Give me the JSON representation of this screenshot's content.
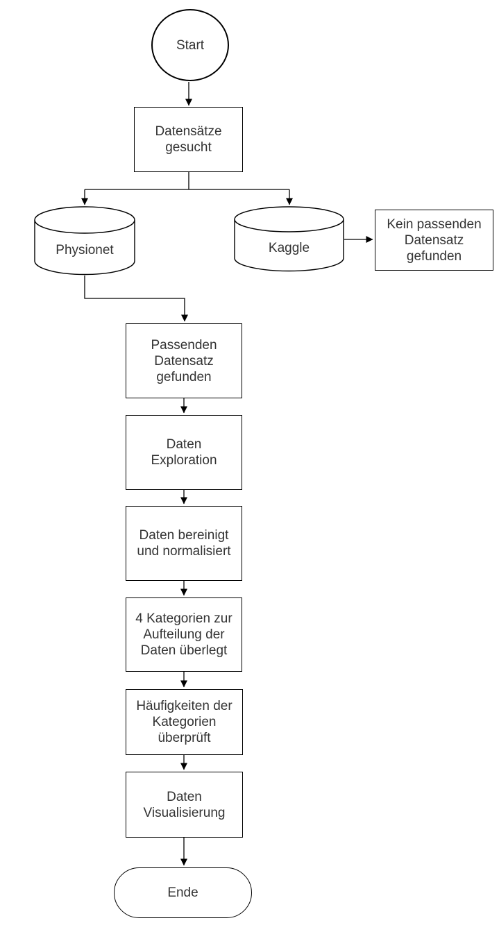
{
  "diagram": {
    "type": "flowchart",
    "language": "de",
    "colors": {
      "background": "#ffffff",
      "node-fill": "#ffffff",
      "stroke": "#000000",
      "text": "#333333"
    },
    "nodes": {
      "start": {
        "shape": "circle",
        "lines": [
          "Start"
        ]
      },
      "datensaetze_gesucht": {
        "shape": "process",
        "lines": [
          "Datensätze",
          "gesucht"
        ]
      },
      "physionet": {
        "shape": "database",
        "lines": [
          "Physionet"
        ]
      },
      "kaggle": {
        "shape": "database",
        "lines": [
          "Kaggle"
        ]
      },
      "kein_passenden_datensatz": {
        "shape": "process",
        "lines": [
          "Kein passenden",
          "Datensatz",
          "gefunden"
        ]
      },
      "passenden_datensatz": {
        "shape": "process",
        "lines": [
          "Passenden",
          "Datensatz",
          "gefunden"
        ]
      },
      "daten_exploration": {
        "shape": "process",
        "lines": [
          "Daten",
          "Exploration"
        ]
      },
      "daten_bereinigt": {
        "shape": "process",
        "lines": [
          "Daten bereinigt",
          "und normalisiert"
        ]
      },
      "kategorien_ueberlegt": {
        "shape": "process",
        "lines": [
          "4 Kategorien zur",
          "Aufteilung der",
          "Daten überlegt"
        ]
      },
      "haeufigkeiten_ueberprueft": {
        "shape": "process",
        "lines": [
          "Häufigkeiten der",
          "Kategorien",
          "überprüft"
        ]
      },
      "daten_visualisierung": {
        "shape": "process",
        "lines": [
          "Daten",
          "Visualisierung"
        ]
      },
      "ende": {
        "shape": "stadium",
        "lines": [
          "Ende"
        ]
      }
    },
    "edges": [
      {
        "from": "start",
        "to": "datensaetze_gesucht"
      },
      {
        "from": "datensaetze_gesucht",
        "to": "physionet"
      },
      {
        "from": "datensaetze_gesucht",
        "to": "kaggle"
      },
      {
        "from": "kaggle",
        "to": "kein_passenden_datensatz"
      },
      {
        "from": "physionet",
        "to": "passenden_datensatz"
      },
      {
        "from": "passenden_datensatz",
        "to": "daten_exploration"
      },
      {
        "from": "daten_exploration",
        "to": "daten_bereinigt"
      },
      {
        "from": "daten_bereinigt",
        "to": "kategorien_ueberlegt"
      },
      {
        "from": "kategorien_ueberlegt",
        "to": "haeufigkeiten_ueberprueft"
      },
      {
        "from": "haeufigkeiten_ueberprueft",
        "to": "daten_visualisierung"
      },
      {
        "from": "daten_visualisierung",
        "to": "ende"
      }
    ]
  }
}
